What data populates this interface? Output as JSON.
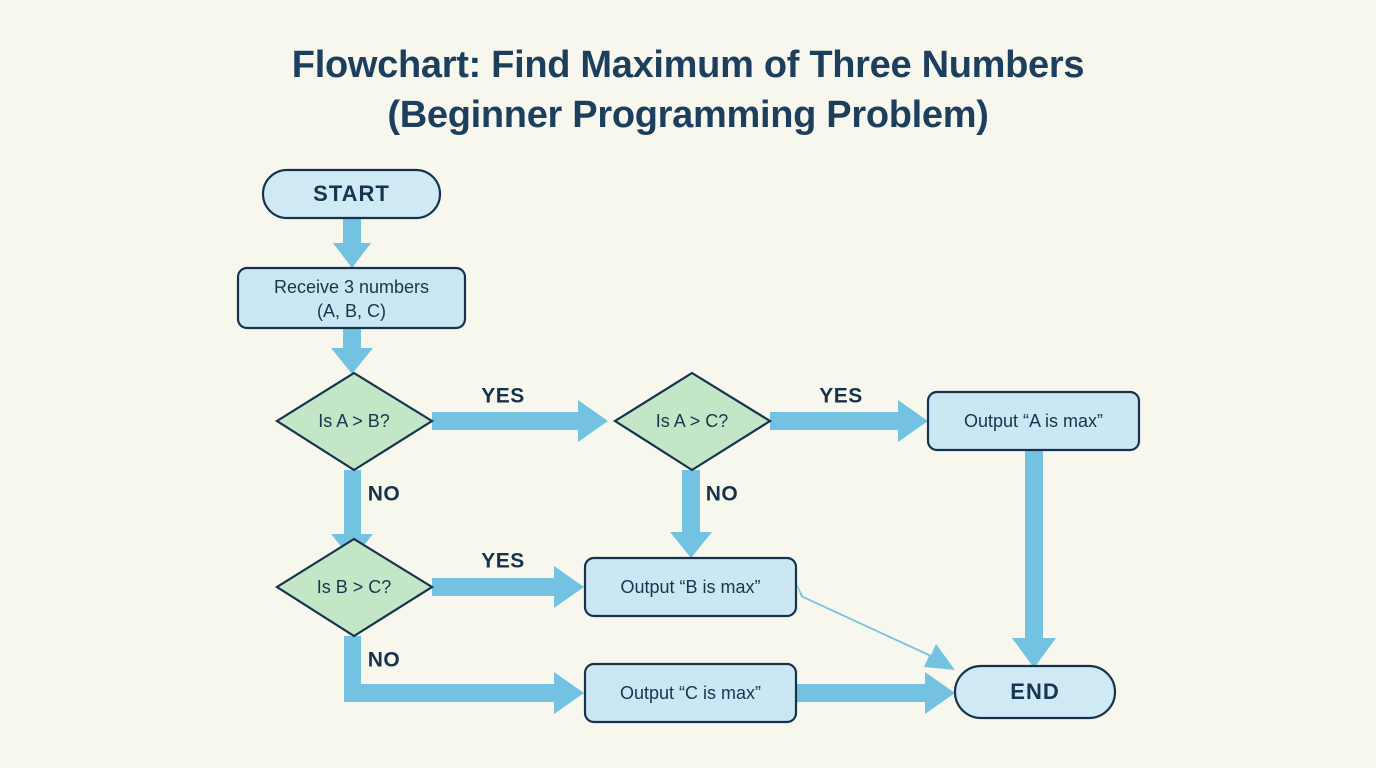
{
  "title": {
    "line1": "Flowchart: Find Maximum of Three Numbers",
    "line2": "(Beginner Programming Problem)"
  },
  "colors": {
    "background": "#f8f7ed",
    "title_text": "#1d3f5e",
    "node_text": "#16364f",
    "node_stroke": "#15334d",
    "terminator_fill": "#cfeaf5",
    "process_fill": "#cbe7f4",
    "decision_fill": "#c3e6c6",
    "connector": "#74c2e1"
  },
  "nodes": {
    "start": {
      "label": "START",
      "type": "terminator"
    },
    "input": {
      "label_line1": "Receive 3 numbers",
      "label_line2": "(A, B, C)",
      "type": "process"
    },
    "decision_ab": {
      "label": "Is A > B?",
      "type": "decision"
    },
    "decision_ac": {
      "label": "Is A > C?",
      "type": "decision"
    },
    "decision_bc": {
      "label": "Is B > C?",
      "type": "decision"
    },
    "output_a": {
      "label": "Output “A is max”",
      "type": "process"
    },
    "output_b": {
      "label": "Output “B is max”",
      "type": "process"
    },
    "output_c": {
      "label": "Output “C is max”",
      "type": "process"
    },
    "end": {
      "label": "END",
      "type": "terminator"
    }
  },
  "edge_labels": {
    "ab_yes": "YES",
    "ab_no": "NO",
    "ac_yes": "YES",
    "ac_no": "NO",
    "bc_yes": "YES",
    "bc_no": "NO"
  }
}
